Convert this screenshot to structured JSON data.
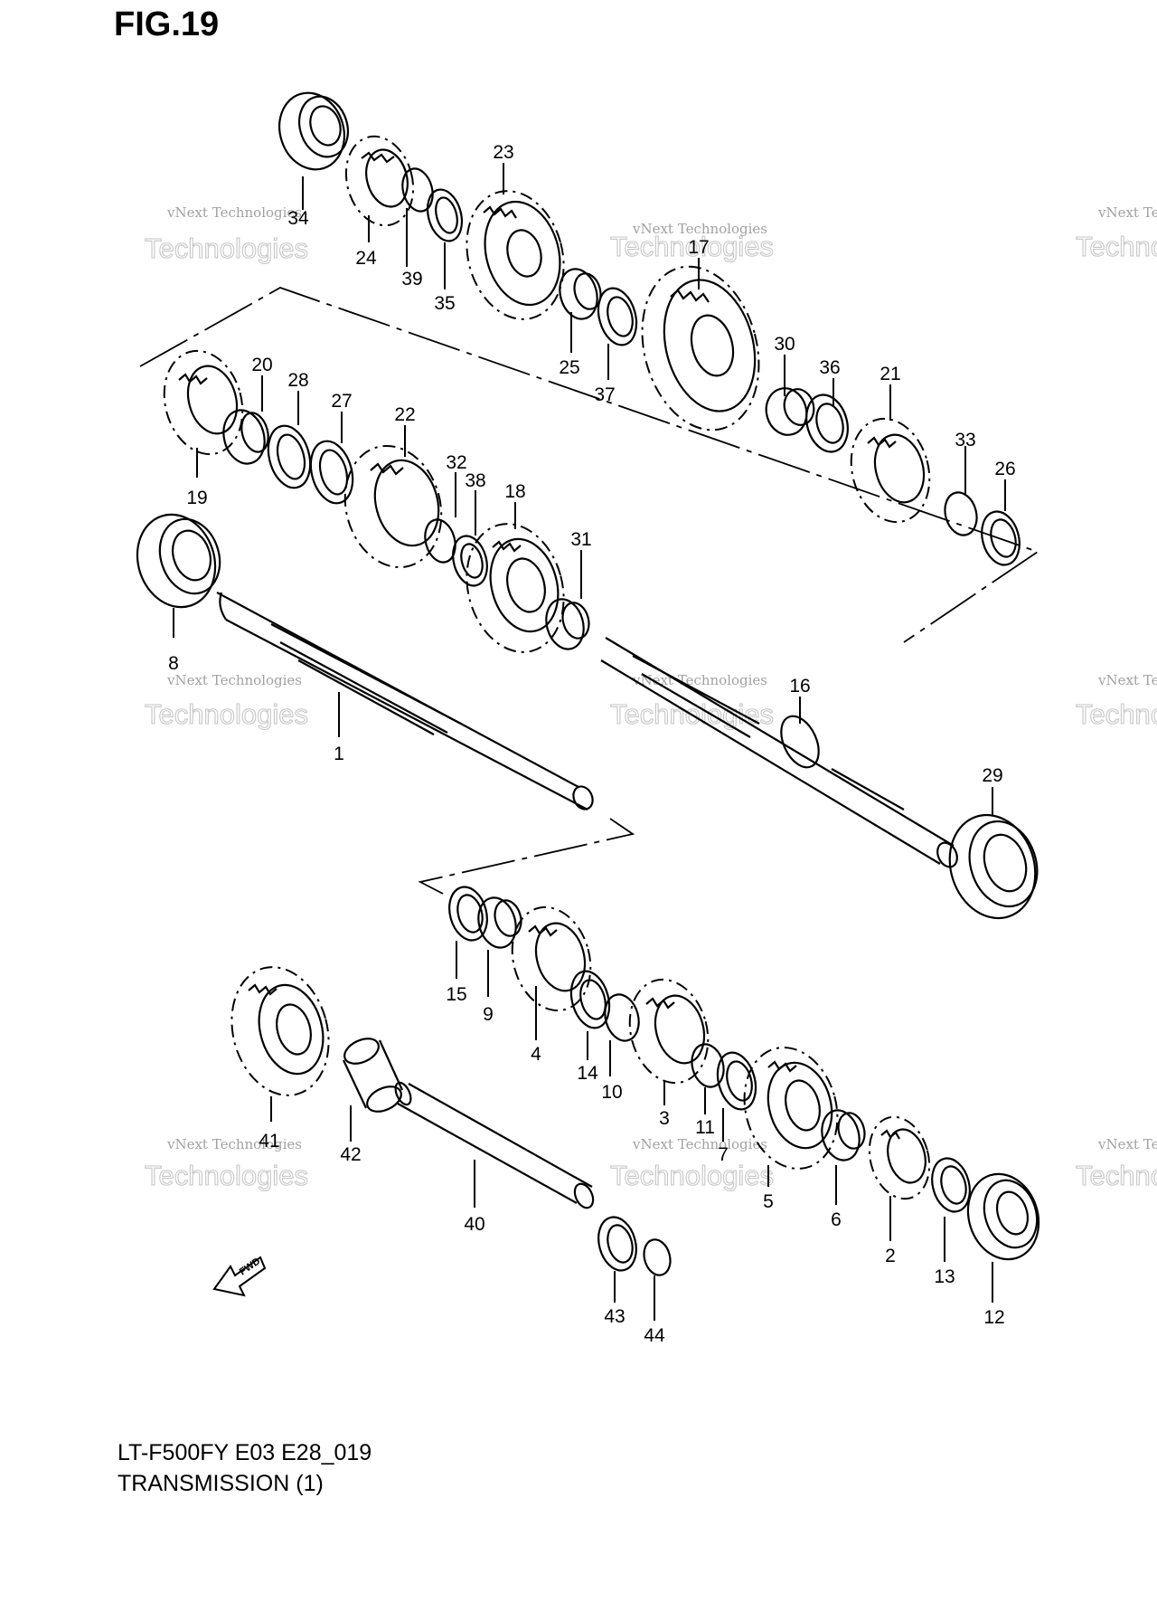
{
  "header": {
    "figure_title": "FIG.19"
  },
  "footer": {
    "model_code": "LT-F500FY E03 E28_019",
    "section_title": "TRANSMISSION (1)"
  },
  "watermark": {
    "line1": "vNext Technologies",
    "line2": "Technologies",
    "line3": "vNext"
  },
  "fwd_arrow": {
    "label": "FWD"
  },
  "callouts": [
    "1",
    "2",
    "3",
    "4",
    "5",
    "6",
    "7",
    "8",
    "9",
    "10",
    "11",
    "12",
    "13",
    "14",
    "15",
    "16",
    "17",
    "18",
    "19",
    "20",
    "21",
    "22",
    "23",
    "24",
    "25",
    "26",
    "27",
    "28",
    "29",
    "30",
    "31",
    "32",
    "33",
    "34",
    "35",
    "36",
    "37",
    "38",
    "39",
    "40",
    "41",
    "42",
    "43",
    "44"
  ]
}
